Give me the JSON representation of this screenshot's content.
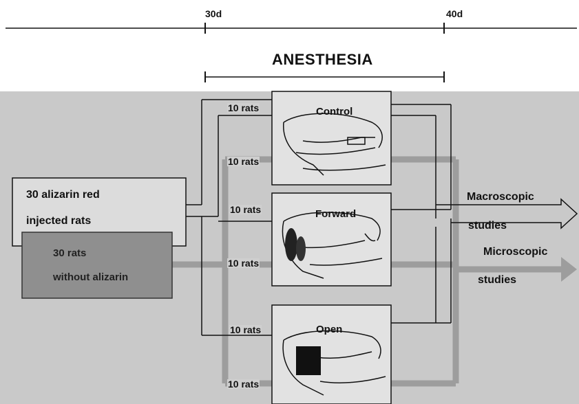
{
  "timeline": {
    "tick_start": "30d",
    "tick_end": "40d"
  },
  "anesthesia_label": "ANESTHESIA",
  "groups": {
    "injected": [
      "30 alizarin red",
      "injected rats"
    ],
    "plain": [
      "30 rats",
      "without alizarin"
    ]
  },
  "panels": [
    {
      "title": "Control",
      "upper_count": "10 rats",
      "lower_count": "10 rats"
    },
    {
      "title": "Forward",
      "upper_count": "10 rats",
      "lower_count": "10 rats"
    },
    {
      "title": "Open",
      "upper_count": "10 rats",
      "lower_count": "10 rats"
    }
  ],
  "outputs": {
    "macroscopic": [
      "Macroscopic",
      "studies"
    ],
    "microscopic": [
      "Microscopic",
      "studies"
    ]
  },
  "colors": {
    "background_gray": "#c9c9c9",
    "panel_fill": "#e2e2e2",
    "dark_box": "#8f8f8f",
    "gray_path": "#9d9d9d",
    "line": "#111111"
  }
}
